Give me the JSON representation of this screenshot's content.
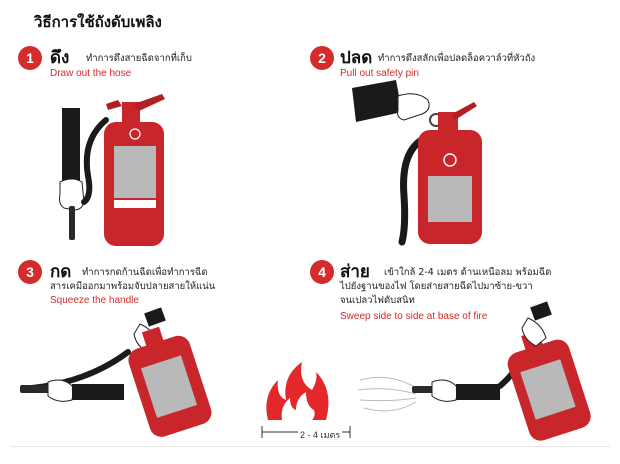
{
  "title": "วิธีการใช้ถังดับเพลิง",
  "steps": [
    {
      "number": "1",
      "keyword": "ดึง",
      "desc_th": "ทำการดึงสายฉีดจากที่เก็บ",
      "desc_en": "Draw out the hose"
    },
    {
      "number": "2",
      "keyword": "ปลด",
      "desc_th": "ทำการดึงสลักเพื่อปลดล็อควาล์วที่หัวถัง",
      "desc_en": "Pull out safety pin"
    },
    {
      "number": "3",
      "keyword": "กด",
      "desc_th_1": "ทำการกดก้านฉีดเพื่อทำการฉีด",
      "desc_th_2": "สารเคมีออกมาพร้อมจับปลายสายให้แน่น",
      "desc_en": "Squeeze the handle"
    },
    {
      "number": "4",
      "keyword": "ส่าย",
      "desc_th_1": "เข้าใกล้ 2-4 เมตร ด้านเหนือลม พร้อมฉีด",
      "desc_th_2": "ไปยังฐานของไฟ โดยส่ายสายฉีดไปมาซ้าย-ขวา",
      "desc_th_3": "จนเปลวไฟดับสนิท",
      "desc_en": "Sweep side to side at base of fire"
    }
  ],
  "distance_label": "2 - 4 เมตร",
  "colors": {
    "accent_red": "#d42b2b",
    "extinguisher_red": "#c8262a",
    "hose_black": "#1a1a1a",
    "label_gray": "#b9b9b9"
  }
}
